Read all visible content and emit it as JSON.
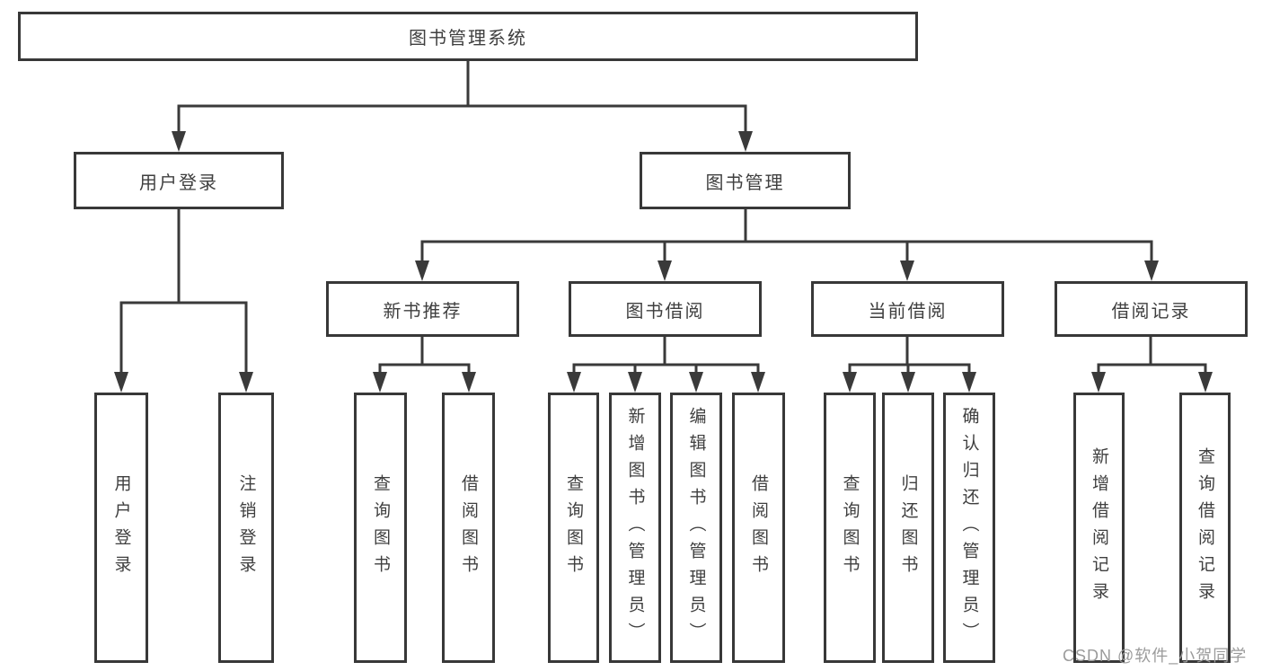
{
  "diagram": {
    "root": {
      "label": "图书管理系统"
    },
    "branches": [
      {
        "label": "用户登录",
        "children": [
          "用户登录",
          "注销登录"
        ]
      },
      {
        "label": "图书管理",
        "sections": [
          {
            "label": "新书推荐",
            "children": [
              "查询图书",
              "借阅图书"
            ]
          },
          {
            "label": "图书借阅",
            "children": [
              "查询图书",
              "新增图书（管理员）",
              "编辑图书（管理员）",
              "借阅图书"
            ]
          },
          {
            "label": "当前借阅",
            "children": [
              "查询图书",
              "归还图书",
              "确认归还（管理员）"
            ]
          },
          {
            "label": "借阅记录",
            "children": [
              "新增借阅记录",
              "查询借阅记录"
            ]
          }
        ]
      }
    ],
    "colors": {
      "line": "#3a3a3a",
      "box_border": "#383838",
      "text": "#3f3f3f",
      "watermark": "#9b9b9b",
      "background": "#ffffff"
    }
  },
  "watermark": {
    "text": "CSDN @软件_小贺同学"
  }
}
